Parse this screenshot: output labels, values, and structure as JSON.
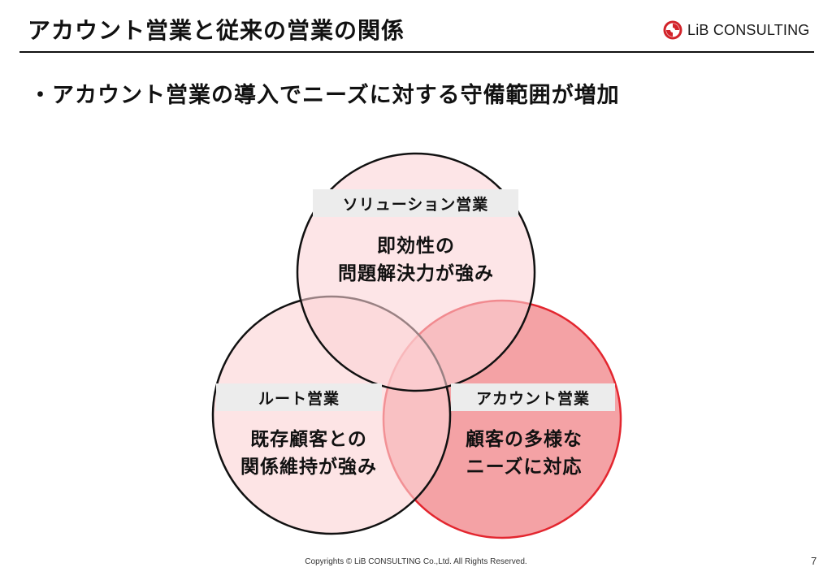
{
  "header": {
    "title": "アカウント営業と従来の営業の関係",
    "logo_text": "LiB CONSULTING",
    "logo_color": "#d2232a"
  },
  "bullet": "・アカウント営業の導入でニーズに対する守備範囲が増加",
  "diagram": {
    "solution": {
      "label": "ソリューション営業",
      "desc_line1": "即効性の",
      "desc_line2": "問題解決力が強み",
      "fill": "#fbd3d5"
    },
    "route": {
      "label": "ルート営業",
      "desc_line1": "既存顧客との",
      "desc_line2": "関係維持が強み",
      "fill": "#fbd3d5"
    },
    "account": {
      "label": "アカウント営業",
      "desc_line1": "顧客の多様な",
      "desc_line2": "ニーズに対応",
      "fill": "#f4a2a5"
    }
  },
  "footer": {
    "copyright": "Copyrights © LiB CONSULTING Co.,Ltd.  All Rights Reserved.",
    "page_number": "7"
  }
}
